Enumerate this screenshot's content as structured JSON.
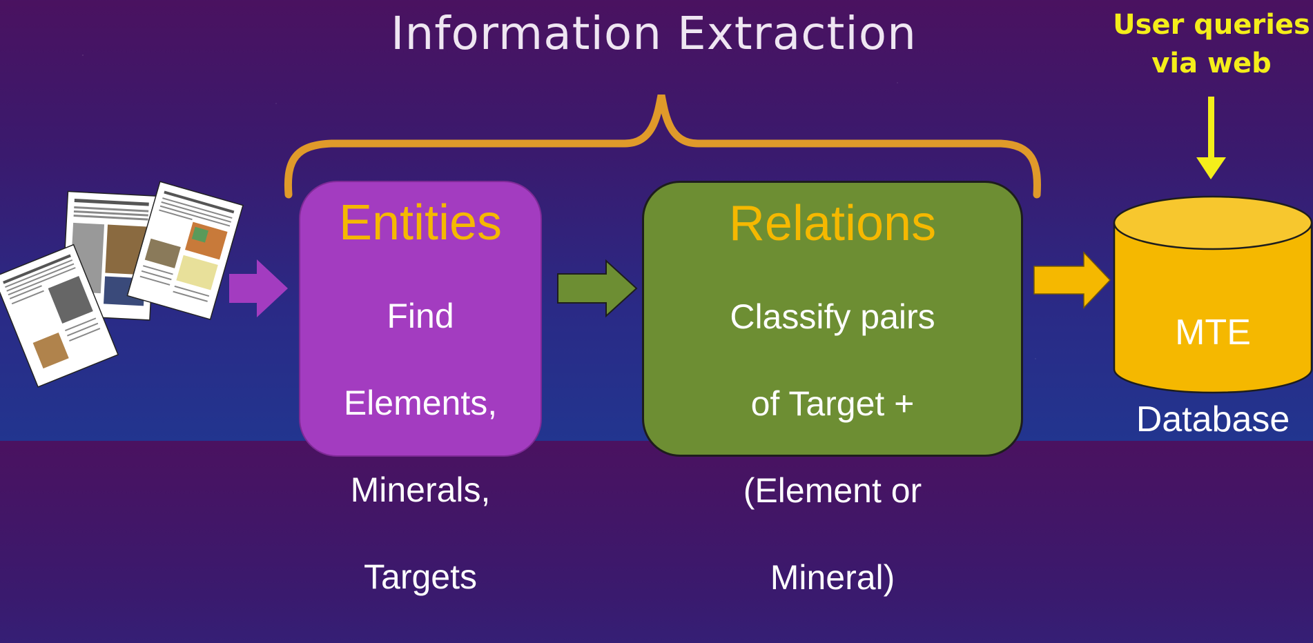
{
  "title": "Information Extraction",
  "user_queries": {
    "line1": "User queries",
    "line2": "via web"
  },
  "entities": {
    "heading": "Entities",
    "lines": [
      "Find",
      "Elements,",
      "Minerals,",
      "Targets"
    ]
  },
  "relations": {
    "heading": "Relations",
    "lines": [
      "Classify pairs",
      "of Target +",
      "(Element or",
      "Mineral)"
    ]
  },
  "database": {
    "lines": [
      "MTE",
      "Database"
    ]
  },
  "colors": {
    "brace": "#e09a2a",
    "entities_fill": "#a33cc0",
    "relations_fill": "#6d8e33",
    "database_fill": "#f5b800",
    "heading_text": "#f5b800",
    "query_text": "#f4ee1a"
  },
  "icons": [
    "papers-stack-icon",
    "arrow-right-icon",
    "arrow-down-icon",
    "cylinder-database-icon"
  ]
}
